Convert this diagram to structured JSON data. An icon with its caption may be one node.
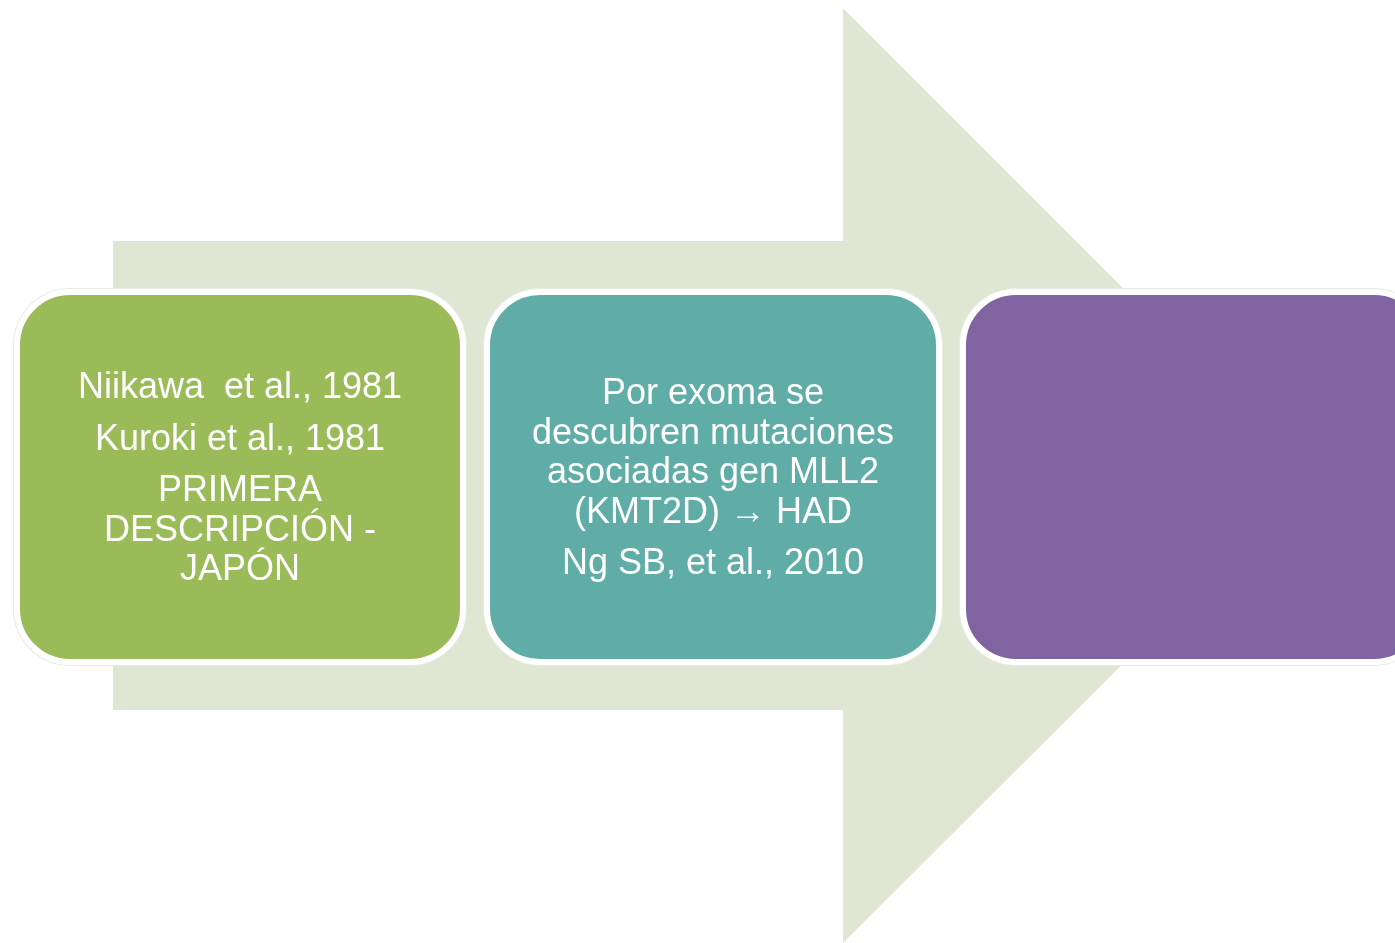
{
  "diagram": {
    "nodes": [
      {
        "text": [
          "Niikawa  et al., 1981",
          "Kuroki et al., 1981",
          "PRIMERA DESCRIPCIÓN - JAPÓN"
        ]
      },
      {
        "text": [
          "Por exoma se descubren mutaciones asociadas gen MLL2 (KMT2D) → HAD",
          "Ng SB, et al., 2010"
        ]
      },
      {
        "text": [],
        "shape": "box"
      }
    ],
    "edges": [
      {
        "from": 0,
        "to": 2,
        "arrow": "to"
      }
    ]
  }
}
